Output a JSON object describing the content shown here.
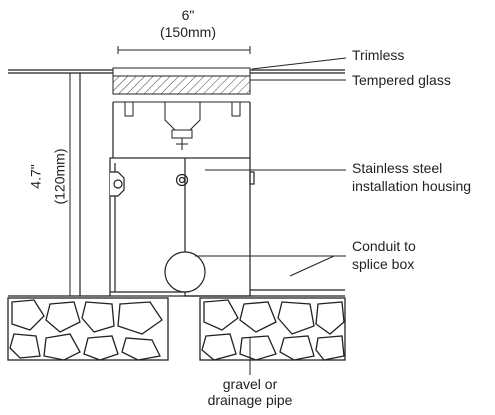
{
  "dimensions": {
    "width_value": "6\"",
    "width_metric": "(150mm)",
    "height_value": "4.7\"",
    "height_metric": "(120mm)"
  },
  "callouts": {
    "trimless": "Trimless",
    "tempered_glass": "Tempered glass",
    "housing_line1": "Stainless steel",
    "housing_line2": "installation housing",
    "conduit_line1": "Conduit to",
    "conduit_line2": "splice box",
    "gravel_line1": "gravel or",
    "gravel_line2": "drainage pipe"
  },
  "colors": {
    "line": "#222222",
    "hatch": "#444444",
    "background": "#ffffff"
  }
}
